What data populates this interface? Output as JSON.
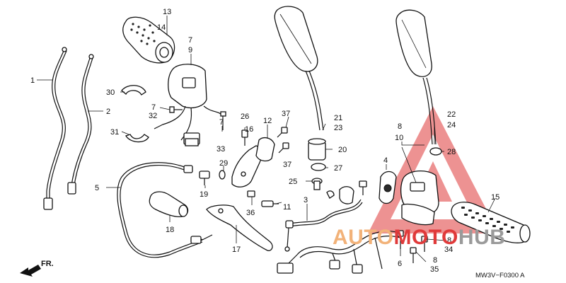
{
  "labels": {
    "p1": "1",
    "p2": "2",
    "p3": "3",
    "p4": "4",
    "p5": "5",
    "p6": "6",
    "p7a": "7",
    "p7b": "7",
    "p7c": "7",
    "p8a": "8",
    "p8b": "8",
    "p8c": "8",
    "p9": "9",
    "p10": "10",
    "p11": "11",
    "p12": "12",
    "p13": "13",
    "p14": "14",
    "p15": "15",
    "p16": "16",
    "p17": "17",
    "p18": "18",
    "p19": "19",
    "p20": "20",
    "p21": "21",
    "p22": "22",
    "p23": "23",
    "p24": "24",
    "p25": "25",
    "p26": "26",
    "p27": "27",
    "p28": "28",
    "p29": "29",
    "p30": "30",
    "p31": "31",
    "p32": "32",
    "p33": "33",
    "p34": "34",
    "p35": "35",
    "p36": "36",
    "p37a": "37",
    "p37b": "37"
  },
  "direction": "FR.",
  "figure_code": "MW3V−F0300 A",
  "watermark": {
    "text_orange": "AUTO",
    "text_red": "MOTO",
    "text_gray": "HUB",
    "color_orange": "#f2b279",
    "color_red": "#e03a3a",
    "color_gray": "#9a9a9a"
  }
}
